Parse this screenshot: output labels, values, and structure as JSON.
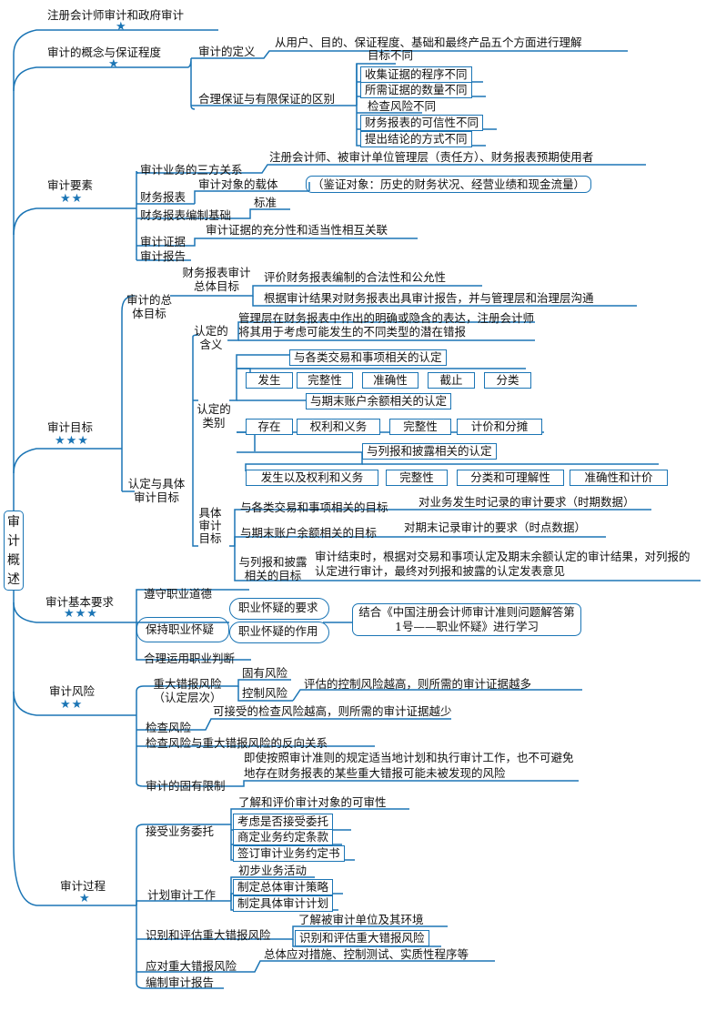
{
  "root": "审计概述",
  "topic1": {
    "label": "注册会计师审计和政府审计",
    "stars": "★"
  },
  "topic2": {
    "label": "审计的概念与保证程度",
    "stars": "★",
    "def_label": "审计的定义",
    "def_text": "从用户、目的、保证程度、基础和最终产品五个方面进行理解",
    "diff_label": "合理保证与有限保证的区别",
    "diff_items": [
      "目标不同",
      "收集证据的程序不同",
      "所需证据的数量不同",
      "检查风险不同",
      "财务报表的可信性不同",
      "提出结论的方式不同"
    ]
  },
  "topic3": {
    "label": "审计要素",
    "stars": "★★",
    "parties_label": "审计业务的三方关系",
    "parties_text": "注册会计师、被审计单位管理层（责任方）、财务报表预期使用者",
    "fs_label": "财务报表",
    "carrier_label": "审计对象的载体",
    "carrier_text": "（鉴证对象：历史的财务状况、经营业绩和现金流量）",
    "basis_label": "财务报表编制基础",
    "basis_text": "标准",
    "evidence_label": "审计证据",
    "evidence_text": "审计证据的充分性和适当性相互关联",
    "report_label": "审计报告"
  },
  "topic4": {
    "label": "审计目标",
    "stars": "★★★",
    "overall_label": "审计的总体目标",
    "fs_overall_label": "财务报表审计总体目标",
    "overall_1": "评价财务报表编制的合法性和公允性",
    "overall_2": "根据审计结果对财务报表出具审计报告，并与管理层和治理层沟通",
    "assert_label": "认定与具体审计目标",
    "meaning_label": "认定的含义",
    "meaning_text": "管理层在财务报表中作出的明确或隐含的表达，注册会计师将其用于考虑可能发生的不同类型的潜在错报",
    "types_label": "认定的类别",
    "trans_label": "与各类交易和事项相关的认定",
    "trans_items": [
      "发生",
      "完整性",
      "准确性",
      "截止",
      "分类"
    ],
    "balance_label": "与期末账户余额相关的认定",
    "balance_items": [
      "存在",
      "权利和义务",
      "完整性",
      "计价和分摊"
    ],
    "disclosure_label": "与列报和披露相关的认定",
    "disclosure_items": [
      "发生以及权利和义务",
      "完整性",
      "分类和可理解性",
      "准确性和计价"
    ],
    "specific_label": "具体审计目标",
    "spec_trans_label": "与各类交易和事项相关的目标",
    "spec_trans_text": "对业务发生时记录的审计要求（时期数据）",
    "spec_bal_label": "与期末账户余额相关的目标",
    "spec_bal_text": "对期末记录审计的要求（时点数据）",
    "spec_disc_label": "与列报和披露相关的目标",
    "spec_disc_text": "审计结束时，根据对交易和事项认定及期末余额认定的审计结果，对列报的认定进行审计，最终对列报和披露的认定发表意见"
  },
  "topic5": {
    "label": "审计基本要求",
    "stars": "★★★",
    "ethics": "遵守职业道德",
    "skepticism": "保持职业怀疑",
    "skep_req": "职业怀疑的要求",
    "skep_role": "职业怀疑的作用",
    "skep_note": "结合《中国注册会计师审计准则问题解答第1号——职业怀疑》进行学习",
    "judgment": "合理运用职业判断"
  },
  "topic6": {
    "label": "审计风险",
    "stars": "★★",
    "rmm_label": "重大错报风险（认定层次）",
    "inherent": "固有风险",
    "control": "控制风险",
    "control_text": "评估的控制风险越高，则所需的审计证据越多",
    "detection_label": "检查风险",
    "detection_text": "可接受的检查风险越高，则所需的审计证据越少",
    "inverse": "检查风险与重大错报风险的反向关系",
    "limit_label": "审计的固有限制",
    "limit_text": "即使按照审计准则的规定适当地计划和执行审计工作，也不可避免地存在财务报表的某些重大错报可能未被发现的风险"
  },
  "topic7": {
    "label": "审计过程",
    "stars": "★",
    "accept_label": "接受业务委托",
    "accept_items": [
      "了解和评价审计对象的可审性",
      "考虑是否接受委托",
      "商定业务约定条款",
      "签订审计业务约定书"
    ],
    "plan_label": "计划审计工作",
    "plan_items": [
      "初步业务活动",
      "制定总体审计策略",
      "制定具体审计计划"
    ],
    "identify_label": "识别和评估重大错报风险",
    "identify_items": [
      "了解被审计单位及其环境",
      "识别和评估重大错报风险"
    ],
    "respond_label": "应对重大错报风险",
    "respond_text": "总体应对措施、控制测试、实质性程序等",
    "report_label": "编制审计报告"
  },
  "colors": {
    "accent": "#1b75b5"
  }
}
